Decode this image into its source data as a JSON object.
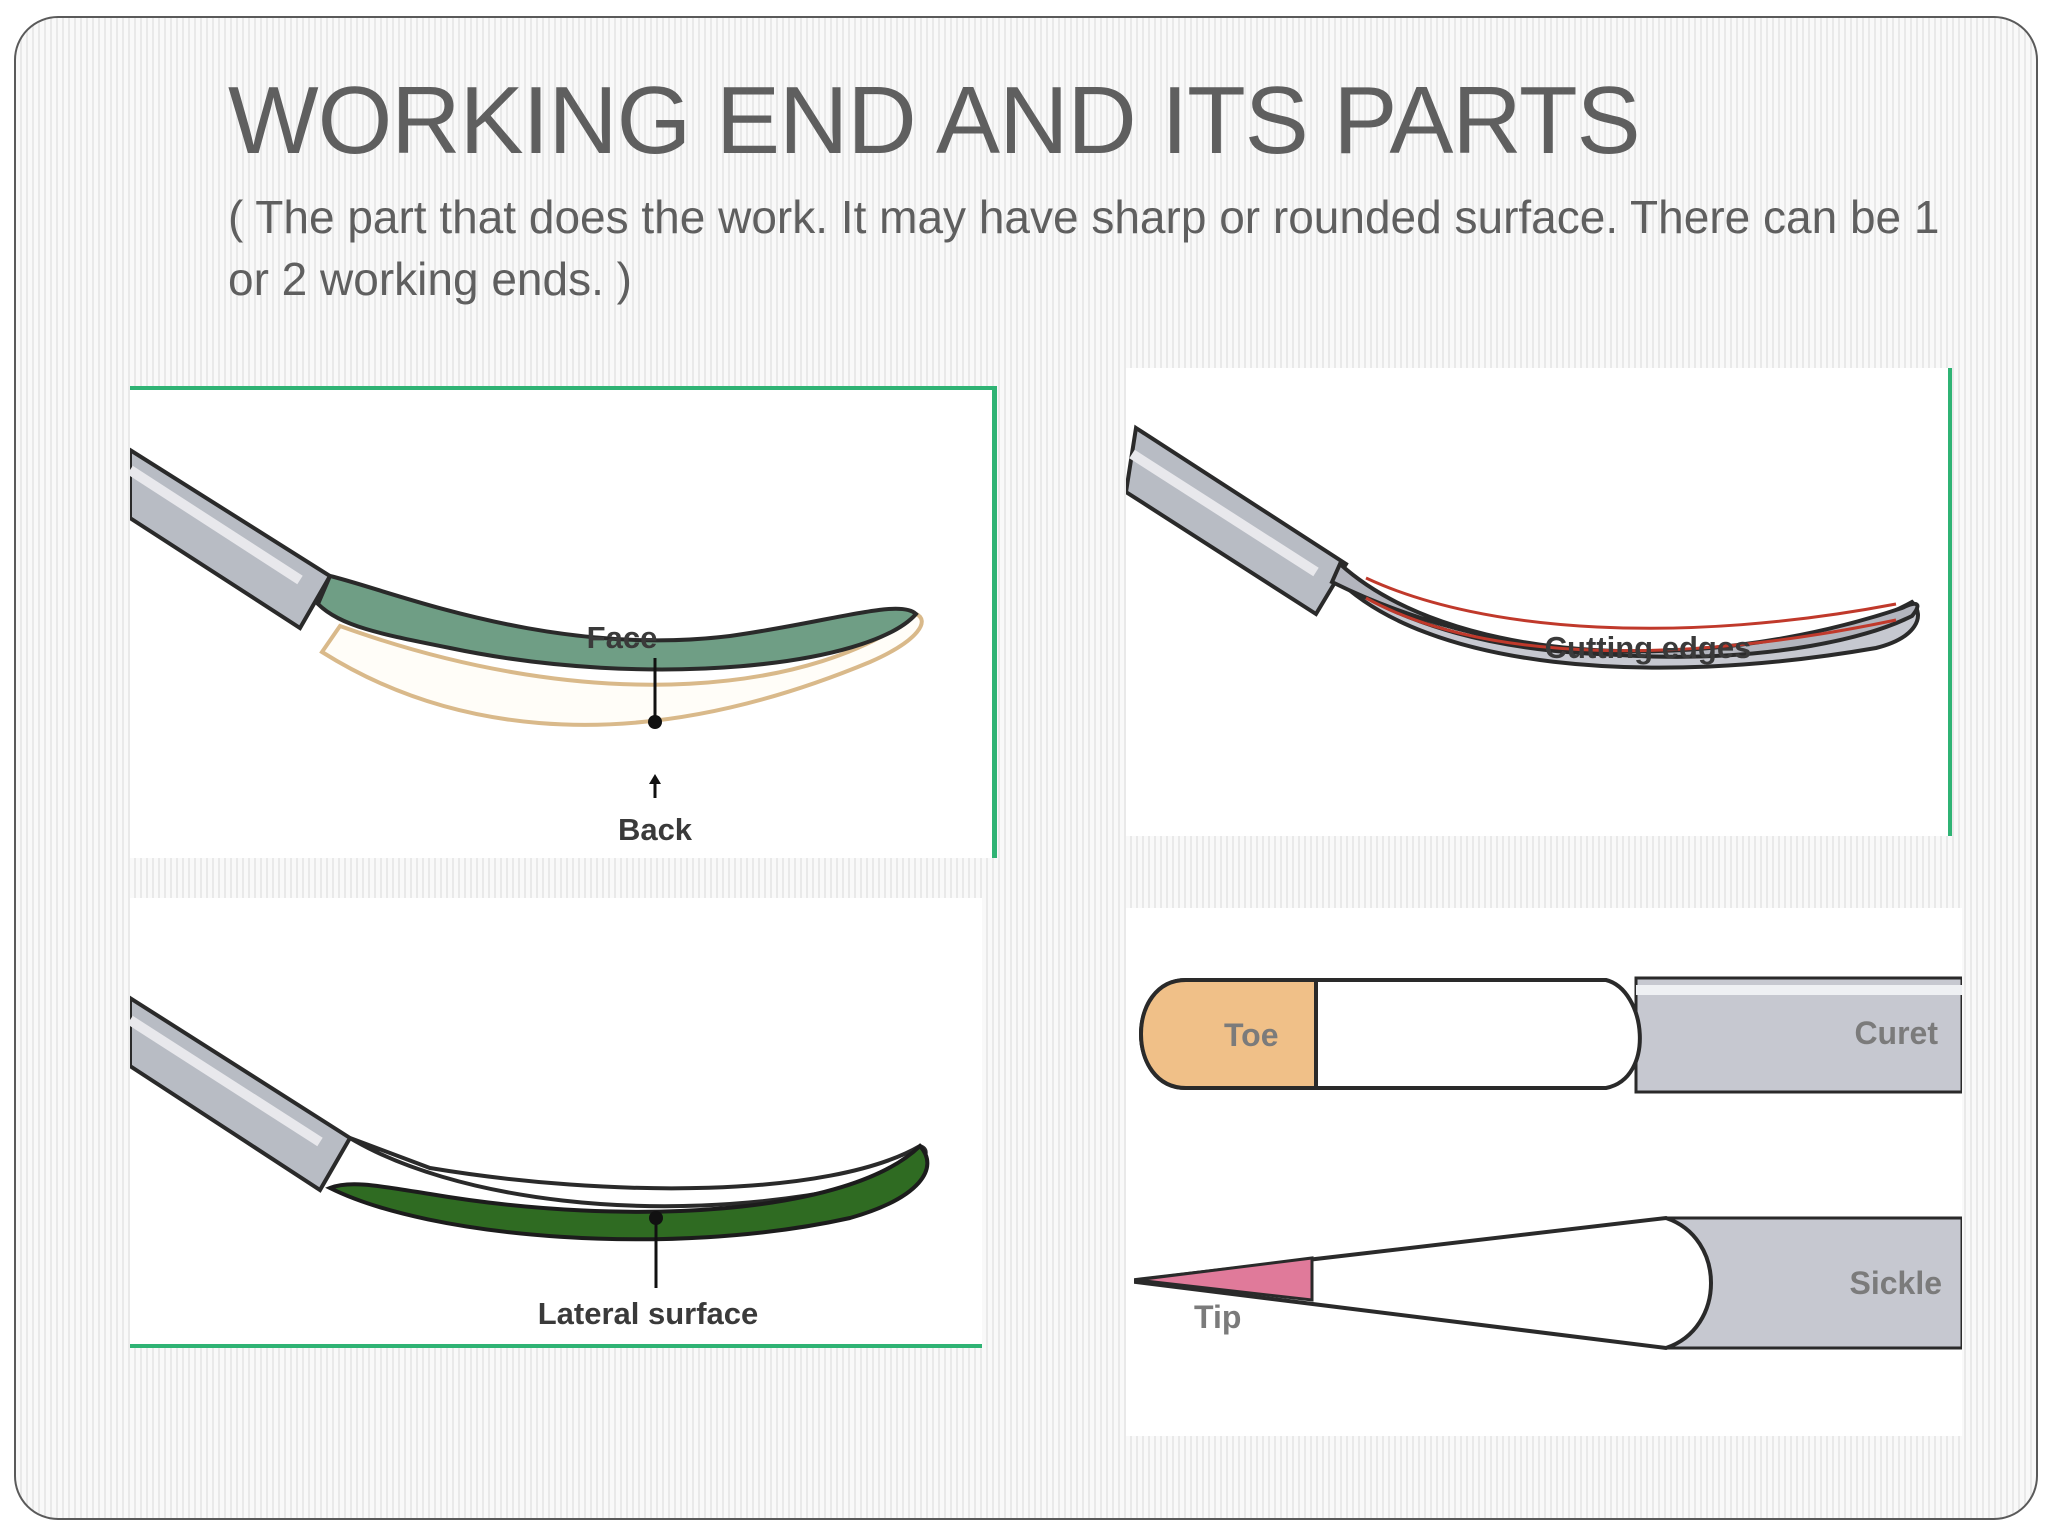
{
  "slide": {
    "title": "WORKING END AND ITS PARTS",
    "subtitle": "( The part that does the work. It may have sharp or rounded surface. There can be 1 or 2 working ends. )"
  },
  "figures": {
    "face_back": {
      "face_label": "Face",
      "back_label": "Back"
    },
    "cutting_edges": {
      "label": "Cutting edges"
    },
    "lateral_surface": {
      "label": "Lateral surface"
    },
    "toe_tip": {
      "toe_label": "Toe",
      "curet_label": "Curet",
      "tip_label": "Tip",
      "sickle_label": "Sickle"
    }
  },
  "colors": {
    "text_gray": "#5f5f5f",
    "panel_border_green": "#2fb374",
    "face_green": "#6f9e85",
    "lateral_green": "#2f6b22",
    "cutting_edge_red": "#c0392b",
    "toe_orange": "#f0c088",
    "tip_pink": "#e07a9a",
    "shank_gray": "#b8bcc4"
  }
}
